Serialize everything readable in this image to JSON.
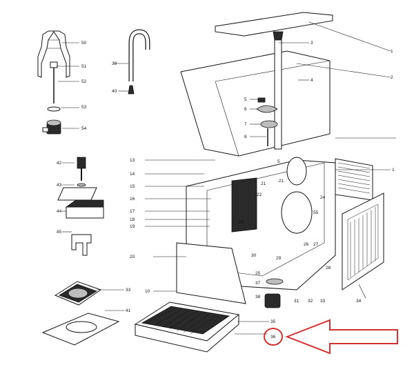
{
  "callouts": [
    {
      "id": "c50",
      "text": "50"
    },
    {
      "id": "c51",
      "text": "51"
    },
    {
      "id": "c52",
      "text": "52"
    },
    {
      "id": "c53",
      "text": "53"
    },
    {
      "id": "c54",
      "text": "54"
    },
    {
      "id": "c39",
      "text": "39"
    },
    {
      "id": "c40",
      "text": "40"
    },
    {
      "id": "c42",
      "text": "42"
    },
    {
      "id": "c43",
      "text": "43"
    },
    {
      "id": "c44",
      "text": "44"
    },
    {
      "id": "c45",
      "text": "45"
    },
    {
      "id": "c33a",
      "text": "33"
    },
    {
      "id": "c41",
      "text": "41"
    },
    {
      "id": "c1a",
      "text": "1"
    },
    {
      "id": "c3",
      "text": "3"
    },
    {
      "id": "c2",
      "text": "2"
    },
    {
      "id": "c4",
      "text": "4"
    },
    {
      "id": "c5a",
      "text": "5"
    },
    {
      "id": "c6",
      "text": "6"
    },
    {
      "id": "c7",
      "text": "7"
    },
    {
      "id": "c8",
      "text": "8"
    },
    {
      "id": "c13",
      "text": "13"
    },
    {
      "id": "c14",
      "text": "14"
    },
    {
      "id": "c15",
      "text": "15"
    },
    {
      "id": "c16",
      "text": "16"
    },
    {
      "id": "c17",
      "text": "17"
    },
    {
      "id": "c18",
      "text": "18"
    },
    {
      "id": "c19",
      "text": "19"
    },
    {
      "id": "c20",
      "text": "20"
    },
    {
      "id": "c10",
      "text": "10"
    },
    {
      "id": "c1b",
      "text": "1"
    },
    {
      "id": "c21a",
      "text": "21"
    },
    {
      "id": "c21b",
      "text": "21"
    },
    {
      "id": "c22",
      "text": "22"
    },
    {
      "id": "c23",
      "text": "23"
    },
    {
      "id": "c24",
      "text": "24"
    },
    {
      "id": "c55",
      "text": "55"
    },
    {
      "id": "c26",
      "text": "26"
    },
    {
      "id": "c27",
      "text": "27"
    },
    {
      "id": "c28",
      "text": "28"
    },
    {
      "id": "c29",
      "text": "29"
    },
    {
      "id": "c30",
      "text": "30"
    },
    {
      "id": "c25",
      "text": "25"
    },
    {
      "id": "c37",
      "text": "37"
    },
    {
      "id": "c38",
      "text": "38"
    },
    {
      "id": "c31",
      "text": "31"
    },
    {
      "id": "c32",
      "text": "32"
    },
    {
      "id": "c33b",
      "text": "33"
    },
    {
      "id": "c34",
      "text": "34"
    },
    {
      "id": "c35",
      "text": "35"
    },
    {
      "id": "c36",
      "text": "36"
    },
    {
      "id": "c5b",
      "text": "5"
    }
  ],
  "highlight": {
    "color": "#d32f2f",
    "target": "36"
  }
}
